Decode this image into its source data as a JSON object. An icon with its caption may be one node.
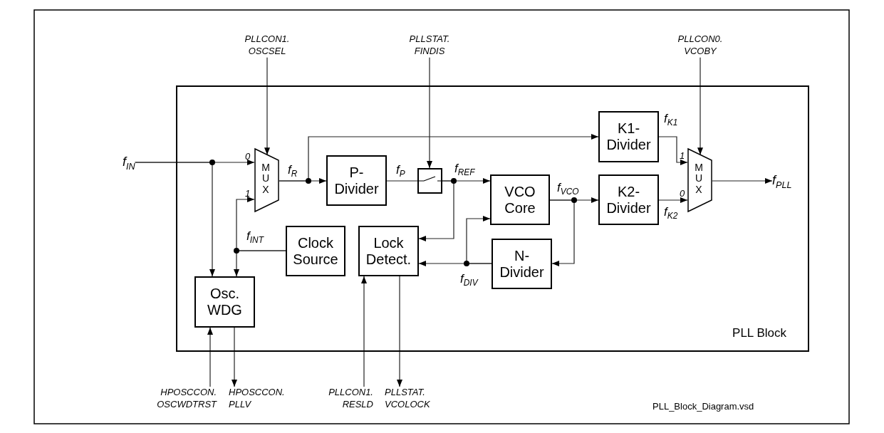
{
  "diagram": {
    "nodes": [
      {
        "text": [
          "PLLCON1. OSCSEL"
        ]
      },
      {
        "text": [
          "PLLSTAT. FINDIS"
        ]
      },
      {
        "text": [
          "PLLCON0. VCOBY"
        ]
      },
      {
        "text": [
          "f$_{IN}$"
        ]
      },
      {
        "text": [
          "PLL Block"
        ]
      },
      {
        "text": [
          "MUX"
        ],
        "in": 4
      },
      {
        "text": [
          "P-Divider"
        ],
        "in": 4
      },
      {
        "text": [],
        "shape": "box",
        "in": 4
      },
      {
        "text": [
          "K1-Divider"
        ],
        "in": 4
      },
      {
        "text": [
          "VCO Core"
        ],
        "in": 4
      },
      {
        "text": [
          "K2-Divider"
        ],
        "in": 4
      },
      {
        "text": [
          "MUX"
        ],
        "in": 4
      },
      {
        "text": [
          "Clock Source"
        ],
        "in": 4
      },
      {
        "text": [
          "Lock Detect."
        ],
        "in": 4
      },
      {
        "text": [
          "N-Divider"
        ],
        "in": 4
      },
      {
        "text": [
          "Osc. WDG"
        ],
        "in": 4
      },
      {
        "text": [
          "f$_{PLL}$"
        ],
        "in": 4
      },
      {
        "text": [
          "HPOSCCON. OSCWDTRST"
        ]
      },
      {
        "text": [
          "HPOSCCON. PLLV"
        ]
      },
      {
        "text": [
          "PLLCON1. RESLD"
        ]
      },
      {
        "text": [
          "PLLSTAT. VCOLOCK"
        ]
      }
    ],
    "edges": [
      {
        "from": 0,
        "to": 5,
        "arrow": "to"
      },
      {
        "from": 1,
        "to": 7,
        "arrow": "to"
      },
      {
        "from": 2,
        "to": 11,
        "arrow": "to"
      },
      {
        "from": 3,
        "to": 5,
        "arrow": "to"
      },
      {
        "from": 3,
        "to": 15,
        "arrow": "to"
      },
      {
        "from": 5,
        "to": 6,
        "arrow": "to"
      },
      {
        "from": 5,
        "to": 8,
        "arrow": "to"
      },
      {
        "from": 6,
        "to": 7,
        "arrow": "none"
      },
      {
        "from": 7,
        "to": 9,
        "arrow": "to"
      },
      {
        "from": 7,
        "to": 13,
        "arrow": "to"
      },
      {
        "from": 9,
        "to": 10,
        "arrow": "to"
      },
      {
        "from": 9,
        "to": 14,
        "arrow": "to"
      },
      {
        "from": 14,
        "to": 13,
        "arrow": "to"
      },
      {
        "from": 14,
        "to": 9,
        "arrow": "to"
      },
      {
        "from": 8,
        "to": 11,
        "arrow": "to"
      },
      {
        "from": 10,
        "to": 11,
        "arrow": "to"
      },
      {
        "from": 11,
        "to": 16,
        "arrow": "to"
      },
      {
        "from": 12,
        "to": 5,
        "arrow": "to"
      },
      {
        "from": 12,
        "to": 15,
        "arrow": "to"
      },
      {
        "from": 17,
        "to": 15,
        "arrow": "to"
      },
      {
        "from": 15,
        "to": 18,
        "arrow": "to"
      },
      {
        "from": 19,
        "to": 13,
        "arrow": "to"
      },
      {
        "from": 13,
        "to": 20,
        "arrow": "to"
      }
    ],
    "labels": [
      "0",
      "1",
      "f$_{R}$",
      "f$_{P}$",
      "f$_{REF}$",
      "f$_{VCO}$",
      "f$_{K1}$",
      "f$_{K2}$",
      "1",
      "0",
      "f$_{INT}$",
      "f$_{DIV}$",
      "PLL_Block_Diagram.vsd"
    ]
  }
}
